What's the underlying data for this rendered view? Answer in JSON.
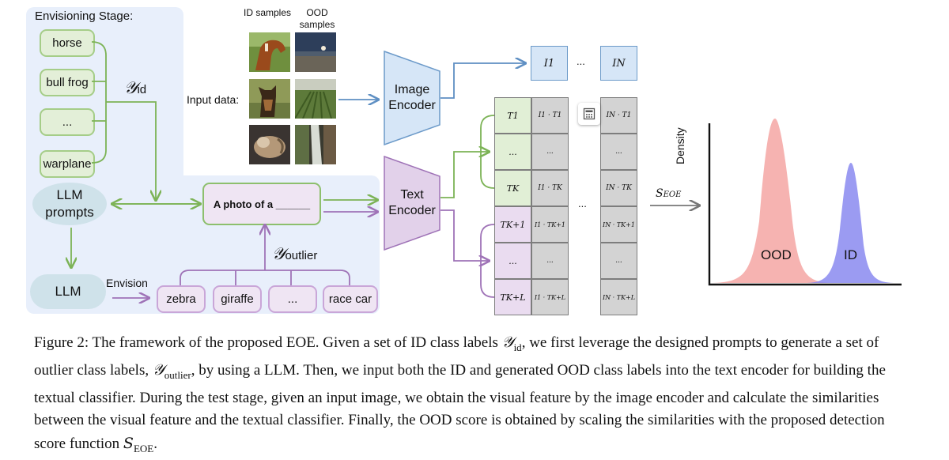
{
  "envisioning": {
    "title": "Envisioning Stage:",
    "id_classes": [
      "horse",
      "bull frog",
      "...",
      "warplane"
    ],
    "y_id_symbol": "𝒴",
    "y_id_sub": "id",
    "llm_prompts": "LLM prompts",
    "llm": "LLM",
    "envision_label": "Envision",
    "prompt_template": "A photo of a ______",
    "y_outlier_symbol": "𝒴",
    "y_outlier_sub": "outlier",
    "outlier_classes": [
      "zebra",
      "giraffe",
      "...",
      "race car"
    ]
  },
  "input": {
    "id_header": "ID samples",
    "ood_header": "OOD samples",
    "label": "Input data:"
  },
  "encoders": {
    "image": "Image Encoder",
    "text": "Text Encoder"
  },
  "image_features": [
    "I1",
    "...",
    "IN"
  ],
  "classifier": {
    "id_rows": [
      {
        "t": "T1",
        "left": "I1 · T1",
        "right": "IN · T1"
      },
      {
        "t": "...",
        "left": "...",
        "right": "..."
      },
      {
        "t": "TK",
        "left": "I1 · TK",
        "right": "IN · TK"
      }
    ],
    "ood_rows": [
      {
        "t": "TK+1",
        "left": "I1 · TK+1",
        "right": "IN · TK+1"
      },
      {
        "t": "...",
        "left": "...",
        "right": "..."
      },
      {
        "t": "TK+L",
        "left": "I1 · TK+L",
        "right": "IN · TK+L"
      }
    ],
    "mid_dots": "..."
  },
  "score": {
    "symbol": "S",
    "sub": "EOE"
  },
  "density_plot": {
    "ylabel": "Density",
    "ood_label": "OOD",
    "id_label": "ID",
    "colors": {
      "ood": "#f4a6a3",
      "id": "#8a8af0"
    }
  },
  "caption": {
    "p1": "Figure 2: The framework of the proposed EOE. Given a set of ID class labels ",
    "y_id": "𝒴",
    "y_id_sub": "id",
    "p2": ", we first leverage the designed prompts to generate a set of outlier class labels, ",
    "y_out": "𝒴",
    "y_out_sub": "outlier",
    "p3": ", by using a LLM. Then, we input both the ID and generated OOD class labels into the text encoder for building the textual classifier. During the test stage, given an input image, we obtain the visual feature by the image encoder and calculate the similarities between the visual feature and the textual classifier. Finally, the OOD score is obtained by scaling the similarities with the proposed detection score function ",
    "s": "S",
    "s_sub": "EOE",
    "p4": "."
  }
}
